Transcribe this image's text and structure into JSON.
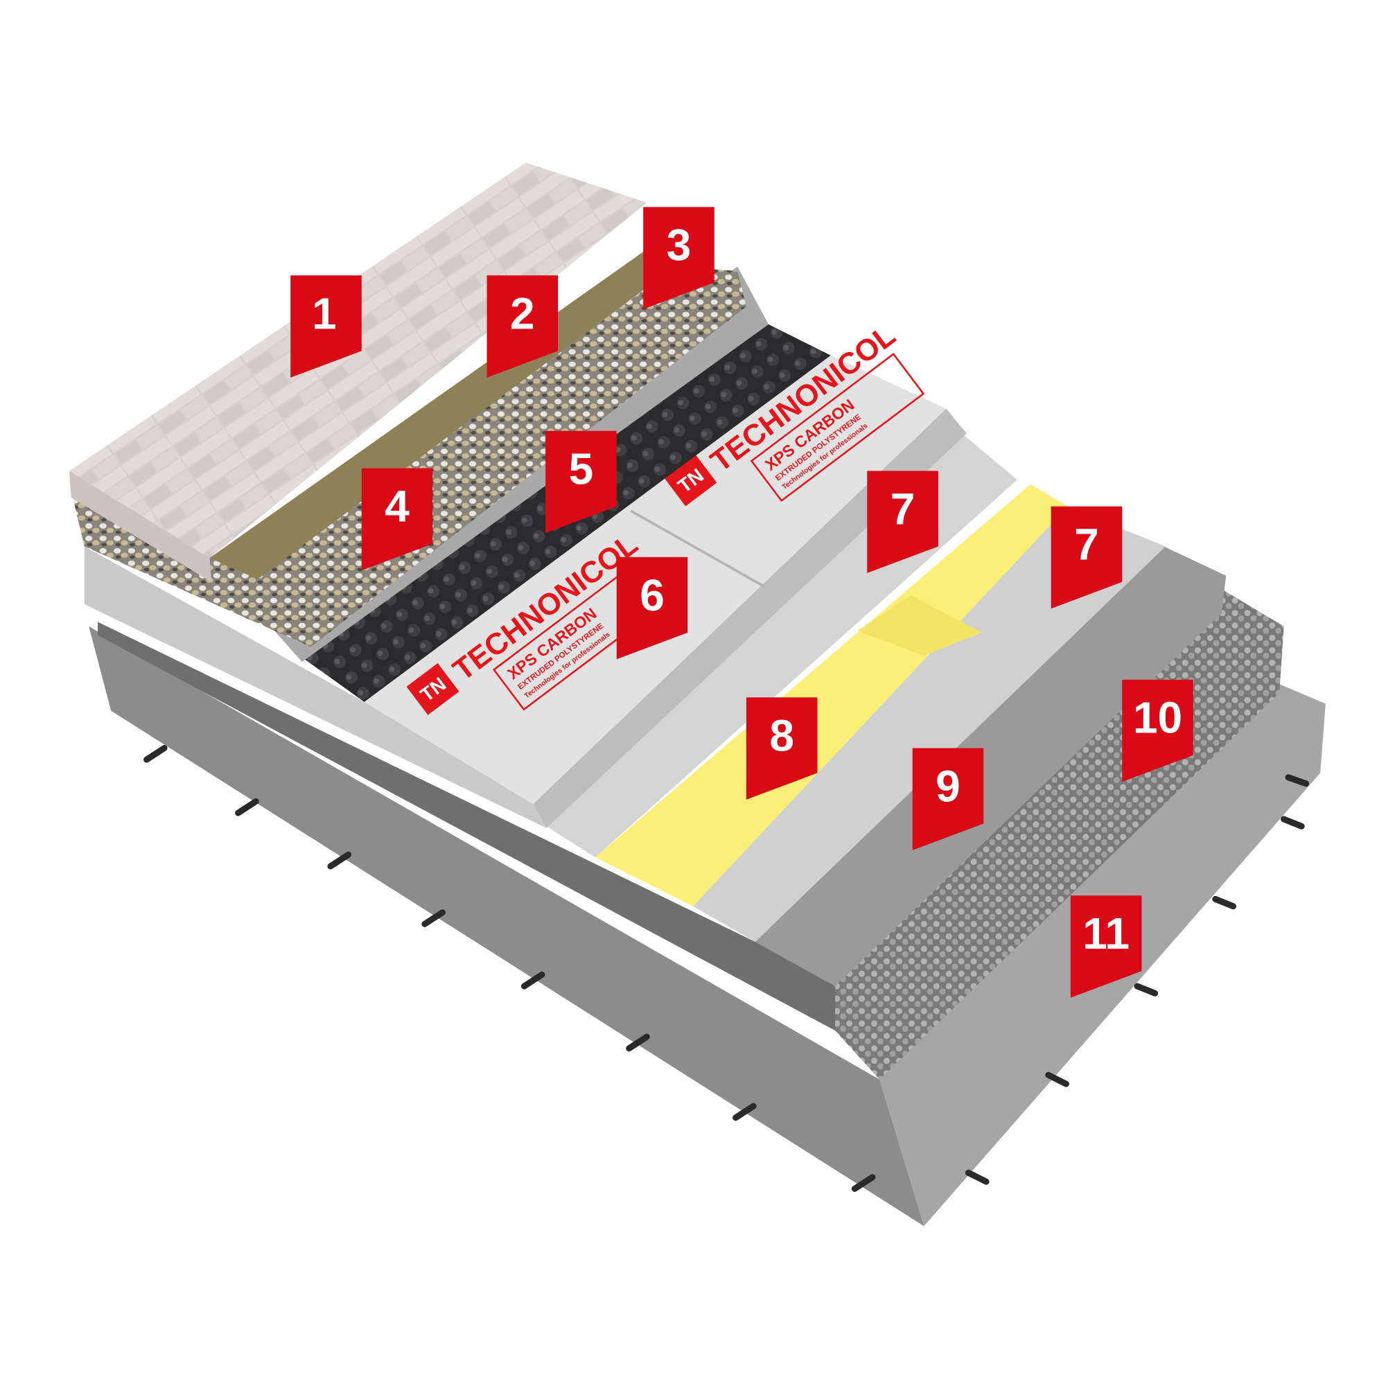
{
  "colors": {
    "marker": "#d90a16",
    "brand_red": "#e4161b",
    "membrane": "#2e2e30",
    "yellow_layer": "#fbef78",
    "concrete": "#8d8d8d",
    "xps": "#dcdcdc"
  },
  "markers": [
    "1",
    "2",
    "3",
    "4",
    "5",
    "6",
    "7",
    "7",
    "8",
    "9",
    "10",
    "11"
  ],
  "board": {
    "logo": "TN",
    "brand": "TECHNONICOL",
    "product": "XPS CARBON",
    "subtitle": "EXTRUDED POLYSTYRENE",
    "tagline": "Technologies for professionals"
  }
}
